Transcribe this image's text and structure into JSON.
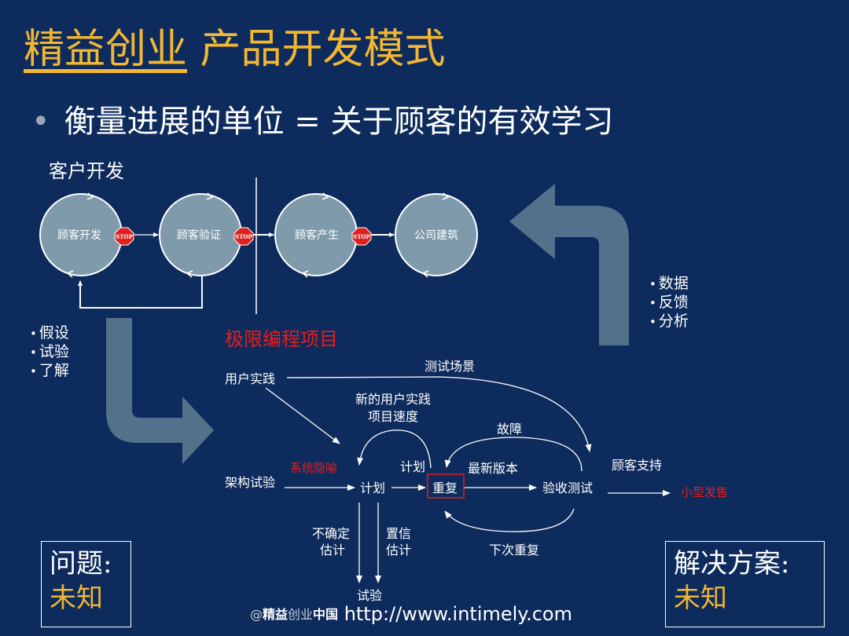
{
  "title": {
    "underlined": "精益创业",
    "rest": " 产品开发模式"
  },
  "subtitle": "衡量进展的单位 = 关于顾客的有效学习",
  "customer_dev": {
    "label": "客户开发",
    "circles": [
      "顾客开发",
      "顾客验证",
      "顾客产生",
      "公司建筑"
    ],
    "stop_sign": "STOP",
    "left_list": [
      "假设",
      "试验",
      "了解"
    ],
    "right_list": [
      "数据",
      "反馈",
      "分析"
    ]
  },
  "xp": {
    "title": "极限编程项目",
    "nodes": {
      "user_practice": "用户实践",
      "test_scenarios": "测试场景",
      "new_user_practice": "新的用户实践",
      "project_velocity": "项目速度",
      "defects": "故障",
      "system_metaphor": "系统隐喻",
      "plan_loop": "计划",
      "latest_version": "最新版本",
      "customer_support": "顾客支持",
      "architecture_spike": "架构试验",
      "plan": "计划",
      "iteration": "重复",
      "acceptance_test": "验收测试",
      "small_release": "小型发售",
      "uncertain": "不确定",
      "estimate1": "估计",
      "confident": "置信",
      "estimate2": "估计",
      "next_iteration": "下次重复",
      "spike": "试验"
    }
  },
  "problem_box": {
    "line1": "问题:",
    "line2": "未知"
  },
  "solution_box": {
    "line1": "解决方案:",
    "line2": "未知"
  },
  "footer": {
    "brand_at": "@",
    "brand_bold": "精益",
    "brand_mid": "创业",
    "brand_end": "中国",
    "url": "http://www.intimely.com"
  },
  "colors": {
    "background": "#0d2b5c",
    "title": "#f2b632",
    "circle": "#7e9aab",
    "highlight": "#e0201e",
    "arrow": "#7b96a6"
  }
}
